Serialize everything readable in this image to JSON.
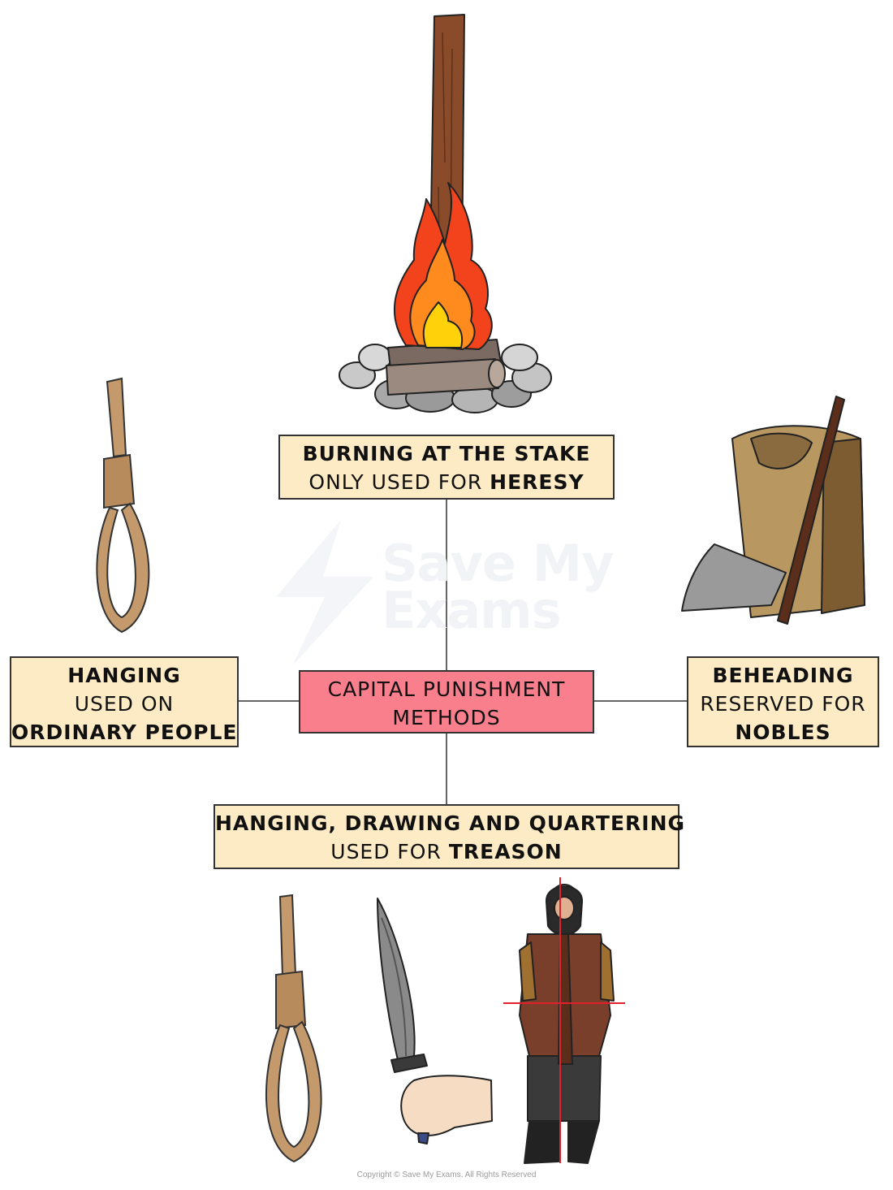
{
  "center": {
    "line1": "CAPITAL PUNISHMENT",
    "line2": "METHODS"
  },
  "top": {
    "title": "BURNING AT THE STAKE",
    "desc_prefix": "ONLY USED FOR ",
    "desc_bold": "HERESY"
  },
  "left": {
    "title": "HANGING",
    "desc": "USED ON",
    "desc_bold": "ORDINARY PEOPLE"
  },
  "right": {
    "title": "BEHEADING",
    "desc": "RESERVED FOR",
    "desc_bold": "NOBLES"
  },
  "bottom": {
    "title": "HANGING, DRAWING AND QUARTERING",
    "desc_prefix": "USED FOR ",
    "desc_bold": "TREASON"
  },
  "watermark": {
    "line1": "Save My",
    "line2": "Exams"
  },
  "copyright": "Copyright © Save My Exams. All Rights Reserved",
  "colors": {
    "box_fill": "#fdebc6",
    "center_fill": "#f97f8c",
    "outline": "#333333"
  },
  "icons": [
    "stake-fire-icon",
    "noose-icon",
    "axe-block-icon",
    "dagger-hand-icon",
    "quartered-man-icon"
  ]
}
